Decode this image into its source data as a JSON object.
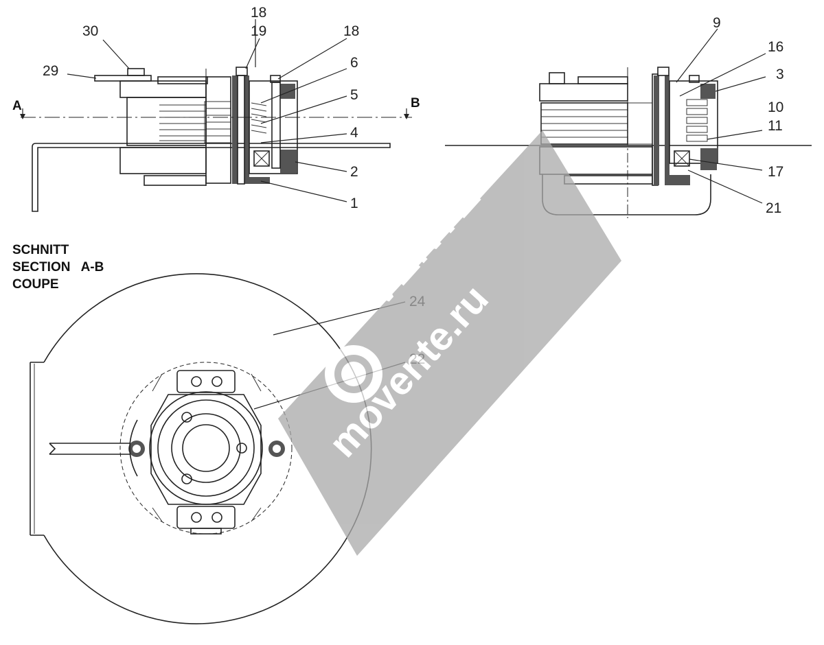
{
  "labels": {
    "l18a": "18",
    "l19": "19",
    "l18b": "18",
    "l30": "30",
    "l29": "29",
    "l6": "6",
    "l5": "5",
    "l4": "4",
    "l2": "2",
    "l1": "1",
    "l9": "9",
    "l16": "16",
    "l3": "3",
    "l10": "10",
    "l11": "11",
    "l17": "17",
    "l21": "21",
    "l24": "24",
    "l22": "22"
  },
  "section_markers": {
    "a": "A",
    "b": "B"
  },
  "section_title": {
    "line1": "SCHNITT",
    "line2": "SECTION   A-B",
    "line3": "COUPE"
  },
  "watermark": {
    "brand": "VENTE",
    "site": "movente.ru"
  },
  "colors": {
    "watermark": "#a9a9a9",
    "ink": "#222222"
  }
}
